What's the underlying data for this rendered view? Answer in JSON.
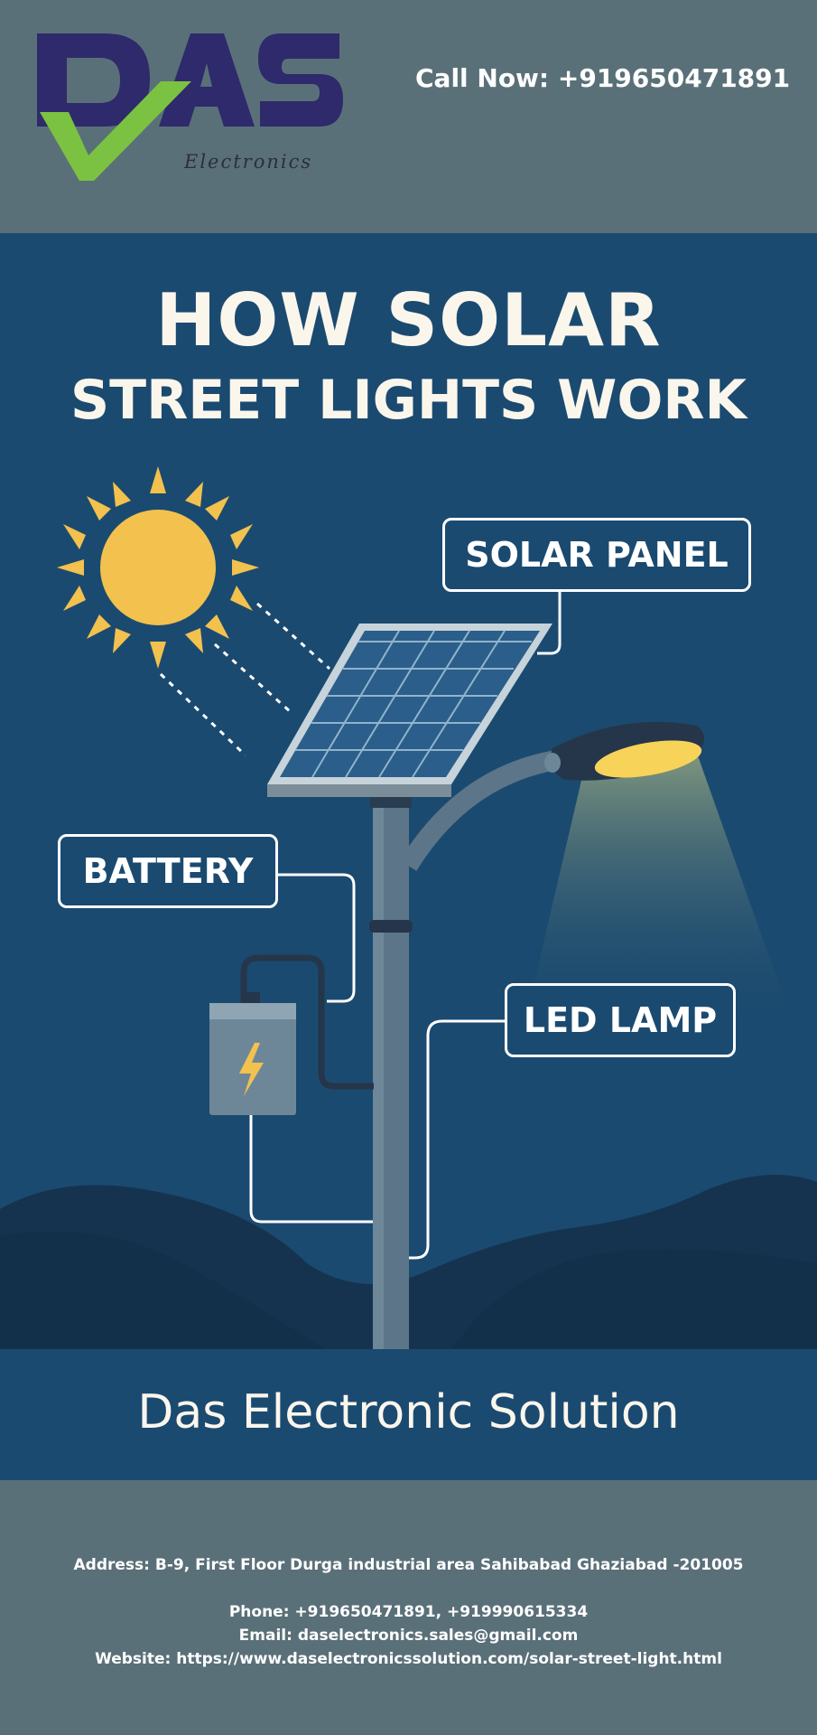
{
  "header": {
    "logo_text": "DAS",
    "logo_subtext": "Electronics",
    "call_now": "Call Now: +919650471891"
  },
  "title": {
    "line1": "HOW SOLAR",
    "line2": "STREET LIGHTS WORK"
  },
  "labels": {
    "solar_panel": "SOLAR PANEL",
    "battery": "BATTERY",
    "led_lamp": "LED LAMP"
  },
  "brand": {
    "name": "Das Electronic Solution"
  },
  "contact": {
    "address": "Address: B-9, First Floor Durga industrial area Sahibabad Ghaziabad -201005",
    "phone": "Phone: +919650471891, +919990615334",
    "email": "Email: daselectronics.sales@gmail.com",
    "website": "Website: https://www.daselectronicssolution.com/solar-street-light.html"
  },
  "colors": {
    "header_bg": "#5a7079",
    "main_bg": "#1b4a70",
    "logo_purple": "#2e2a6b",
    "logo_green": "#7cc242",
    "sun": "#f2c14e",
    "lamp_glow": "#f7d35a"
  },
  "icons": [
    "sun-icon",
    "solar-panel-icon",
    "street-lamp-icon",
    "battery-icon",
    "lightning-bolt-icon"
  ]
}
